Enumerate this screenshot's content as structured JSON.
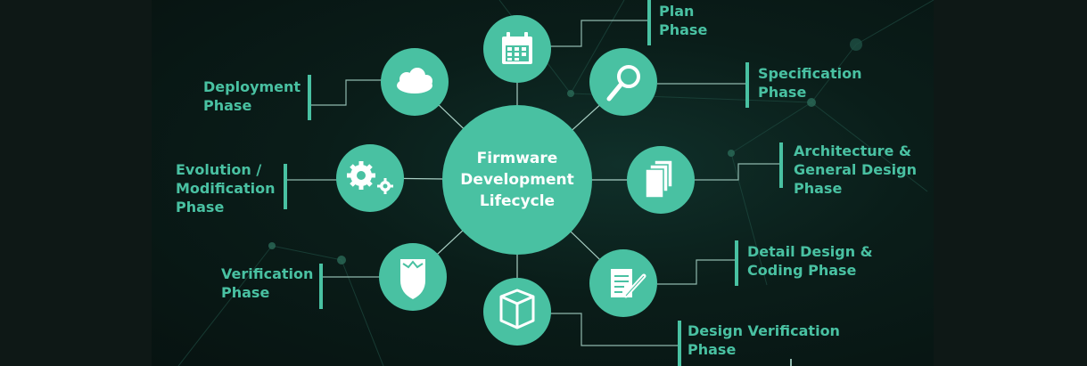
{
  "center": {
    "title": "Firmware\nDevelopment\nLifecycle"
  },
  "phases": [
    {
      "id": "plan",
      "label": "Plan\nPhase",
      "icon": "calendar-icon"
    },
    {
      "id": "specification",
      "label": "Specification\nPhase",
      "icon": "magnifier-icon"
    },
    {
      "id": "architecture",
      "label": "Architecture &\nGeneral Design\nPhase",
      "icon": "documents-icon"
    },
    {
      "id": "detail-design",
      "label": "Detail Design &\nCoding Phase",
      "icon": "edit-document-icon"
    },
    {
      "id": "design-verification",
      "label": "Design Verification\nPhase",
      "icon": "box-icon"
    },
    {
      "id": "verification",
      "label": "Verification\nPhase",
      "icon": "shield-icon"
    },
    {
      "id": "evolution",
      "label": "Evolution /\nModification\nPhase",
      "icon": "gears-icon"
    },
    {
      "id": "deployment",
      "label": "Deployment\nPhase",
      "icon": "cloud-icon"
    }
  ],
  "colors": {
    "accent": "#49c1a2",
    "background": "#0a1d19",
    "text_on_accent": "#ffffff"
  }
}
